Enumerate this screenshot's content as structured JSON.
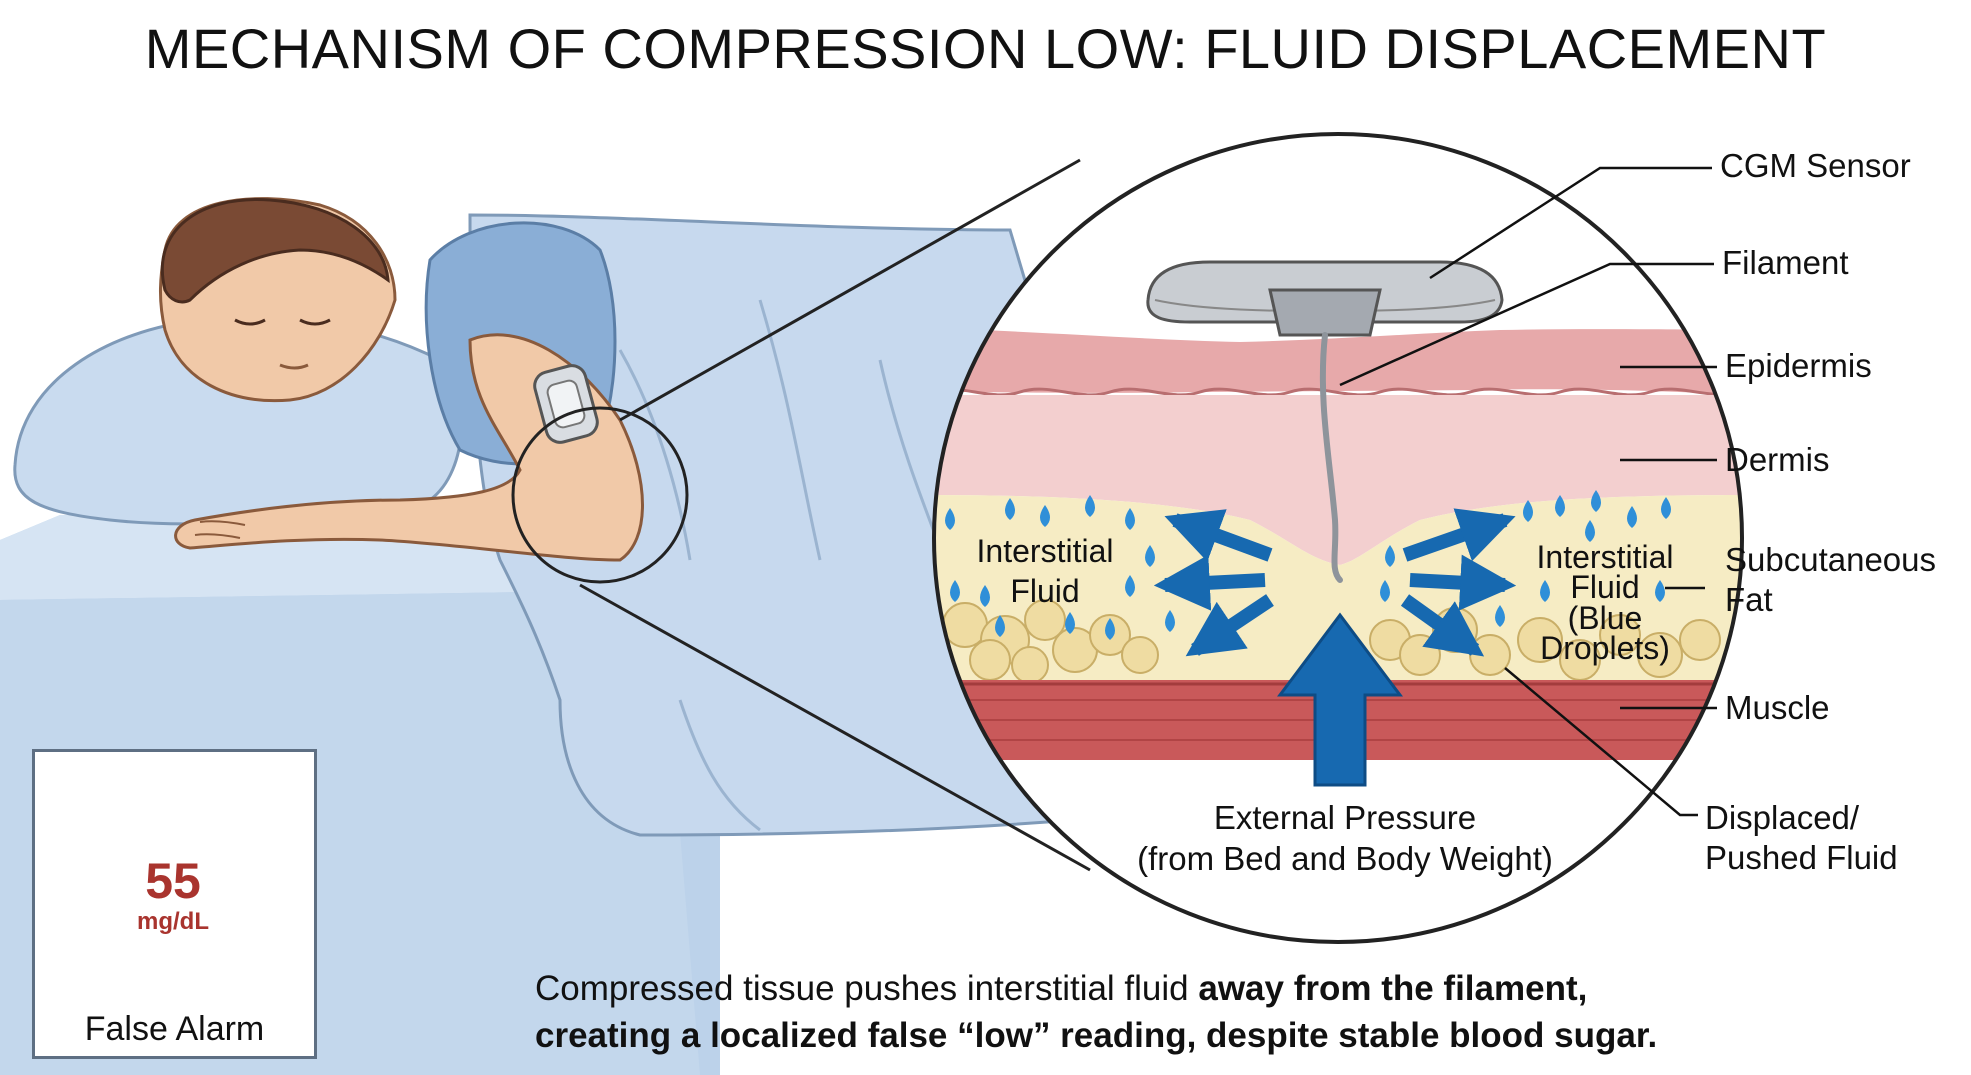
{
  "title": "MECHANISM OF COMPRESSION LOW: FLUID DISPLACEMENT",
  "labels": {
    "cgm_sensor": "CGM Sensor",
    "filament": "Filament",
    "epidermis": "Epidermis",
    "dermis": "Dermis",
    "subcutaneous_fat_1": "Subcutaneous",
    "subcutaneous_fat_2": "Fat",
    "muscle": "Muscle",
    "displaced_fluid_1": "Displaced/",
    "displaced_fluid_2": "Pushed Fluid"
  },
  "inner_labels": {
    "interstitial_left_1": "Interstitial",
    "interstitial_left_2": "Fluid",
    "interstitial_right_1": "Interstitial",
    "interstitial_right_2": "Fluid",
    "interstitial_right_3": "(Blue",
    "interstitial_right_4": "Droplets)",
    "pressure_1": "External Pressure",
    "pressure_2": "(from Bed and Body Weight)"
  },
  "alarm": {
    "value": "55",
    "unit": "mg/dL",
    "caption": "False Alarm",
    "icon": "warning-triangle-icon"
  },
  "caption": {
    "line1_normal": "Compressed tissue pushes interstitial fluid ",
    "line1_bold": "away from the filament,",
    "line2_bold": "creating a localized false “low” reading, despite stable blood sugar."
  },
  "colors": {
    "arrow_blue": "#1769b0",
    "droplet_blue": "#2f8fd8",
    "fat_yellow": "#f6ecc4",
    "dermis_pink": "#f3cfcf",
    "epidermis_pink": "#e7a9aa",
    "muscle_red": "#c9595a",
    "alarm_red": "#a9342e"
  }
}
